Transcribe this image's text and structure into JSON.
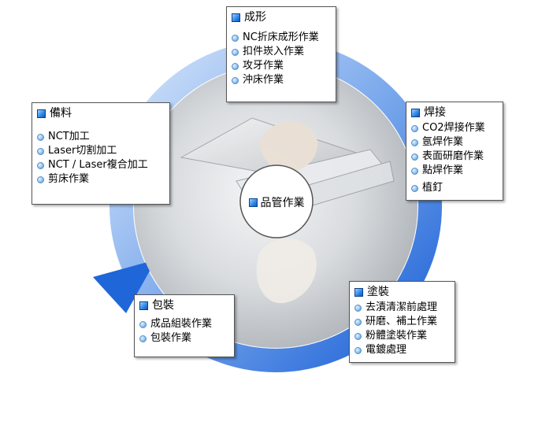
{
  "center": {
    "label": "品管作業"
  },
  "boxes": {
    "forming": {
      "title": "成形",
      "items": [
        "NC折床成形作業",
        "扣件崁入作業",
        "攻牙作業",
        "沖床作業"
      ]
    },
    "welding": {
      "title": "焊接",
      "items": [
        "CO2焊接作業",
        "氬焊作業",
        "表面研磨作業",
        "點焊作業",
        "植釘"
      ]
    },
    "prep": {
      "title": "備料",
      "items": [
        "NCT加工",
        "Laser切割加工",
        "NCT / Laser複合加工",
        "剪床作業"
      ]
    },
    "painting": {
      "title": "塗裝",
      "items": [
        "去漬清潔前處理",
        "研磨、補土作業",
        "粉體塗裝作業",
        "電鍍處理"
      ]
    },
    "packing": {
      "title": "包裝",
      "items": [
        "成品組裝作業",
        "包裝作業"
      ]
    }
  },
  "colors": {
    "ring": "#1f6fe0",
    "ring_light": "#b9d3f5",
    "square": "#2a86e6"
  }
}
